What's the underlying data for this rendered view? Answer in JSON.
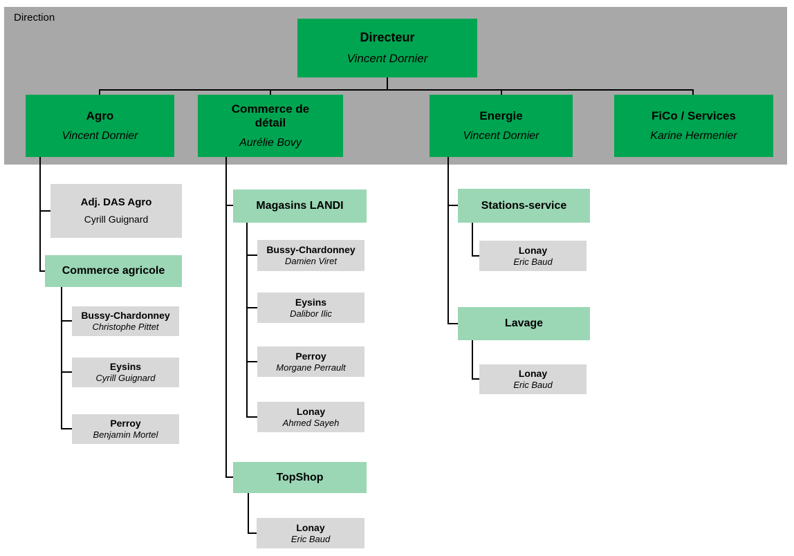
{
  "band": {
    "label": "Direction"
  },
  "colors": {
    "dark_green": "#00a551",
    "light_green": "#9bd7b5",
    "band_gray": "#a8a8a8",
    "box_gray": "#d8d8d8",
    "connector": "#000000"
  },
  "org": {
    "directeur": {
      "title": "Directeur",
      "name": "Vincent Dornier"
    },
    "departments": {
      "agro": {
        "title": "Agro",
        "name": "Vincent Dornier"
      },
      "commerce_detail": {
        "title": "Commerce de détail",
        "name": "Aurélie Bovy"
      },
      "energie": {
        "title": "Energie",
        "name": "Vincent Dornier"
      },
      "fico_services": {
        "title": "FiCo / Services",
        "name": "Karine Hermenier"
      }
    },
    "agro_children": {
      "adj_das_agro": {
        "title": "Adj. DAS Agro",
        "name": "Cyrill Guignard"
      },
      "commerce_agricole": {
        "title": "Commerce agricole"
      },
      "sites": {
        "bussy": {
          "title": "Bussy-Chardonney",
          "name": "Christophe Pittet"
        },
        "eysins": {
          "title": "Eysins",
          "name": "Cyrill Guignard"
        },
        "perroy": {
          "title": "Perroy",
          "name": "Benjamin Mortel"
        }
      }
    },
    "commerce_detail_children": {
      "magasins_landi": {
        "title": "Magasins LANDI"
      },
      "landi_sites": {
        "bussy": {
          "title": "Bussy-Chardonney",
          "name": "Damien Viret"
        },
        "eysins": {
          "title": "Eysins",
          "name": "Dalibor Ilic"
        },
        "perroy": {
          "title": "Perroy",
          "name": "Morgane Perrault"
        },
        "lonay": {
          "title": "Lonay",
          "name": "Ahmed Sayeh"
        }
      },
      "topshop": {
        "title": "TopShop"
      },
      "topshop_sites": {
        "lonay": {
          "title": "Lonay",
          "name": "Eric Baud"
        }
      }
    },
    "energie_children": {
      "stations_service": {
        "title": "Stations-service"
      },
      "stations_sites": {
        "lonay": {
          "title": "Lonay",
          "name": "Eric Baud"
        }
      },
      "lavage": {
        "title": "Lavage"
      },
      "lavage_sites": {
        "lonay": {
          "title": "Lonay",
          "name": "Eric Baud"
        }
      }
    }
  }
}
